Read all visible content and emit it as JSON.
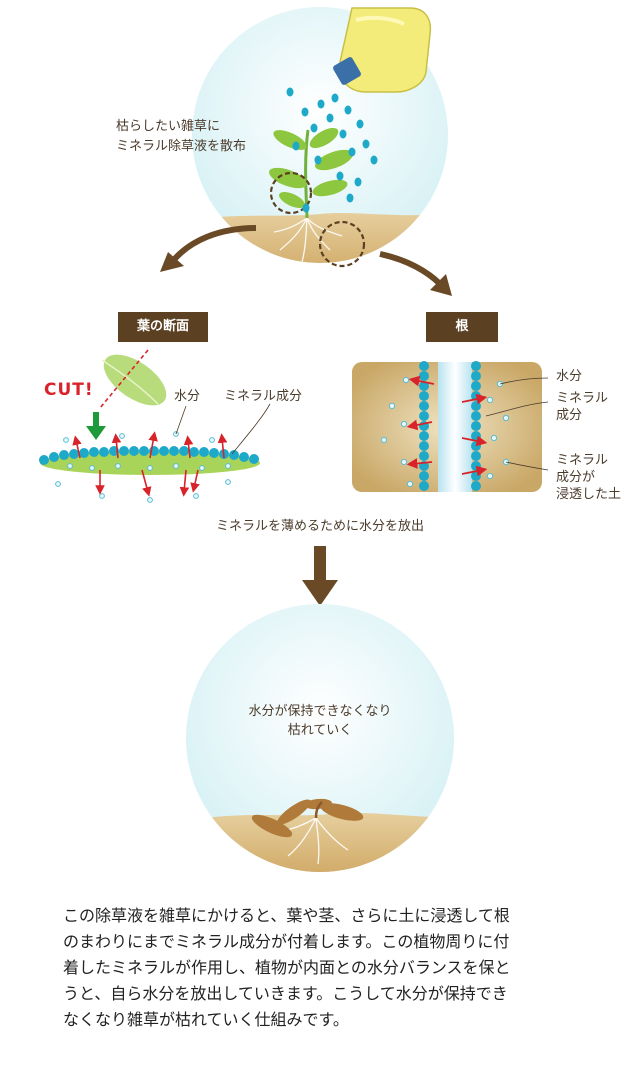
{
  "step1": {
    "line1": "枯らしたい雑草に",
    "line2": "ミネラル除草液を散布"
  },
  "leaf_panel": {
    "tag": "葉の断面",
    "cut": "CUT!",
    "water_label": "水分",
    "mineral_label": "ミネラル成分"
  },
  "root_panel": {
    "tag": "根",
    "water_label": "水分",
    "mineral_label_1": "ミネラル",
    "mineral_label_2": "成分",
    "soil_label_1": "ミネラル",
    "soil_label_2": "成分が",
    "soil_label_3": "浸透した土"
  },
  "middle_caption": "ミネラルを薄めるために水分を放出",
  "step2": {
    "line1": "水分が保持できなくなり",
    "line2": "枯れていく"
  },
  "description": [
    "この除草液を雑草にかけると、葉や茎、さらに土に浸透して根",
    "のまわりにまでミネラル成分が付着します。この植物周りに付",
    "着したミネラルが作用し、植物が内面との水分バランスを保と",
    "うと、自ら水分を放出していきます。こうして水分が保持でき",
    "なくなり雑草が枯れていく仕組みです。"
  ],
  "colors": {
    "sky": "#dff4f7",
    "soil": "#d8b67a",
    "brown": "#5b4022",
    "leaf": "#8dc63f",
    "water": "#1ea9c9",
    "red": "#d8232a",
    "bottle": "#f3ec7a"
  }
}
